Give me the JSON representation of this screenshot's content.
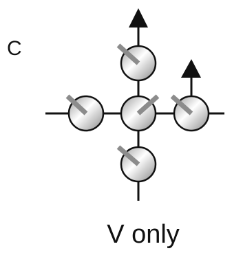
{
  "panel_label": "C",
  "caption": "V only",
  "spins": [
    {
      "id": "top"
    },
    {
      "id": "left"
    },
    {
      "id": "center"
    },
    {
      "id": "right"
    },
    {
      "id": "bottom"
    }
  ],
  "arrows": [
    {
      "on": "top",
      "direction": "up"
    },
    {
      "on": "right",
      "direction": "up"
    }
  ],
  "colors": {
    "line": "#111111",
    "spin_rod": "#8c8c8c",
    "sphere_light": "#ffffff",
    "sphere_dark": "#8a8a8a"
  }
}
